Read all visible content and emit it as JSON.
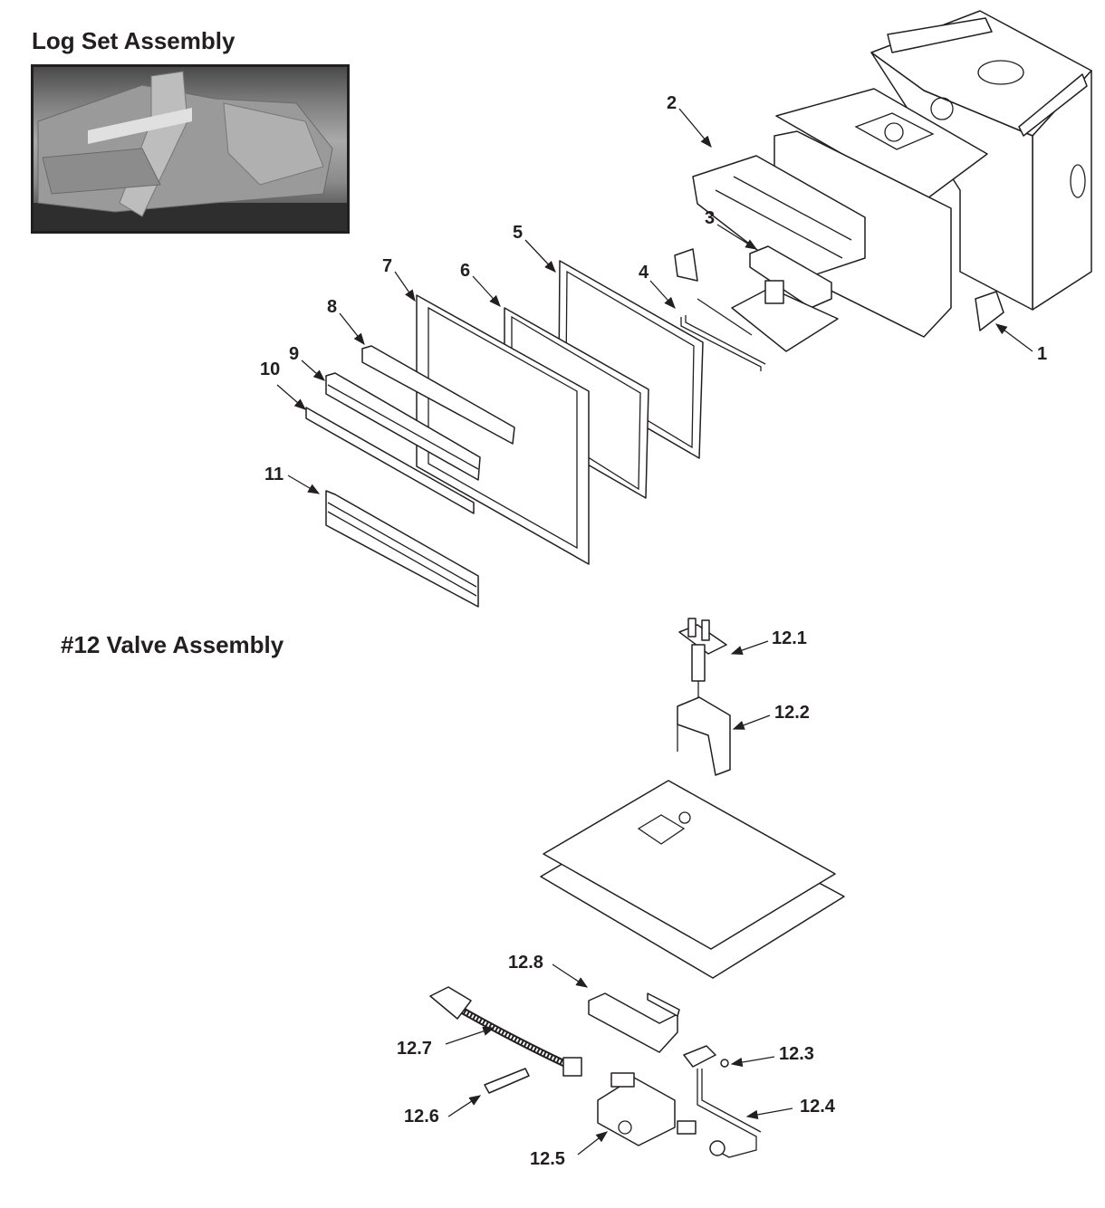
{
  "log_set": {
    "title": "Log Set Assembly"
  },
  "valve_assembly": {
    "title": "#12 Valve Assembly"
  },
  "callouts": {
    "c1": "1",
    "c2": "2",
    "c3": "3",
    "c4": "4",
    "c5": "5",
    "c6": "6",
    "c7": "7",
    "c8": "8",
    "c9": "9",
    "c10": "10",
    "c11": "11",
    "c12_1": "12.1",
    "c12_2": "12.2",
    "c12_3": "12.3",
    "c12_4": "12.4",
    "c12_5": "12.5",
    "c12_6": "12.6",
    "c12_7": "12.7",
    "c12_8": "12.8"
  }
}
